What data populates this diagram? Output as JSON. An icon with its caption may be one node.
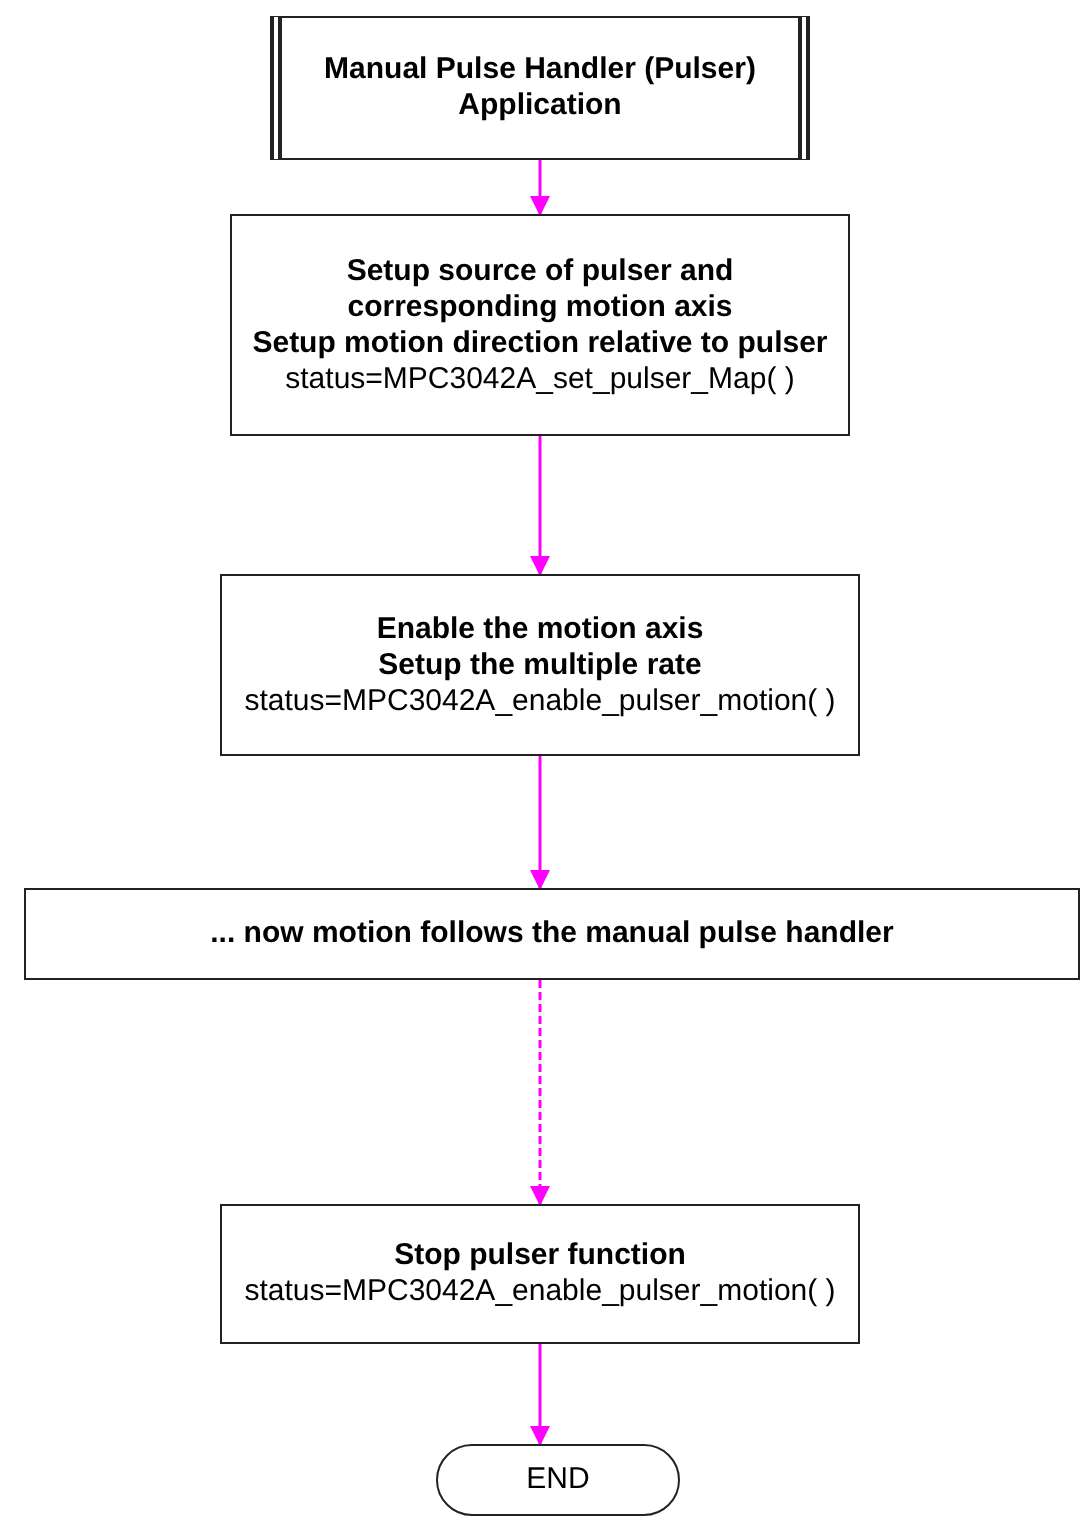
{
  "diagram": {
    "nodes": [
      {
        "text": [
          "Manual Pulse Handler (Pulser) Application"
        ]
      },
      {
        "text": [
          "Setup source of pulser and corresponding motion axis",
          "Setup motion direction relative to pulser",
          "status=MPC3042A_set_pulser_Map( )"
        ]
      },
      {
        "text": [
          "Enable the motion axis",
          "Setup the multiple rate",
          "status=MPC3042A_enable_pulser_motion( )"
        ]
      },
      {
        "text": [
          "... now motion follows the manual pulse handler"
        ]
      },
      {
        "text": [
          "Stop pulser function",
          "status=MPC3042A_enable_pulser_motion( )"
        ]
      },
      {
        "text": [
          "END"
        ]
      }
    ],
    "edges": [
      {
        "from": 0,
        "to": 1,
        "arrow": "to"
      },
      {
        "from": 1,
        "to": 2,
        "arrow": "to"
      },
      {
        "from": 2,
        "to": 3,
        "arrow": "to"
      },
      {
        "from": 3,
        "to": 4,
        "arrow": "to",
        "style": "dashed"
      },
      {
        "from": 4,
        "to": 5,
        "arrow": "to"
      }
    ]
  }
}
